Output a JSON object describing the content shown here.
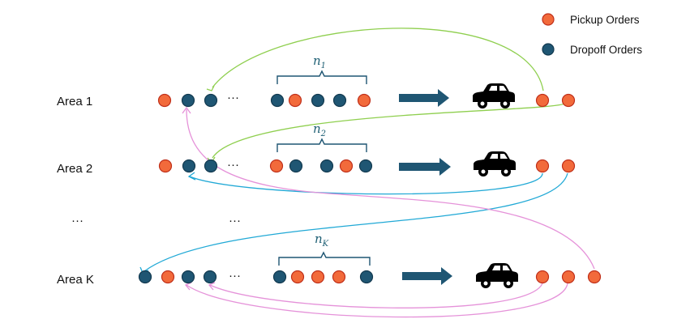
{
  "legend": {
    "pickup_label": "Pickup Orders",
    "dropoff_label": "Dropoff Orders"
  },
  "colors": {
    "pickup_fill": "#f26a3b",
    "pickup_stroke": "#c0301a",
    "dropoff_fill": "#1f5673",
    "dropoff_stroke": "#133a50",
    "arrow": "#1f5673",
    "car": "#000000",
    "curve_green": "#8fcf4f",
    "curve_cyan": "#21a9d6",
    "curve_pink": "#e592d9"
  },
  "icons": [
    "car-icon",
    "right-arrow-icon",
    "brace-icon"
  ],
  "rows": [
    {
      "label": "Area 1",
      "n_base": "n",
      "n_sub": "1",
      "ellipsis": "···",
      "left_orders": [
        "pickup",
        "dropoff",
        "dropoff"
      ],
      "mid_orders": [
        "dropoff",
        "pickup",
        "dropoff",
        "dropoff",
        "pickup"
      ],
      "right_orders": [
        "pickup",
        "pickup"
      ]
    },
    {
      "label": "Area 2",
      "n_base": "n",
      "n_sub": "2",
      "ellipsis": "···",
      "left_orders": [
        "pickup",
        "dropoff",
        "dropoff"
      ],
      "mid_orders": [
        "pickup",
        "dropoff",
        "dropoff",
        "pickup",
        "dropoff"
      ],
      "right_orders": [
        "pickup",
        "pickup"
      ]
    },
    {
      "label": "Area K",
      "n_base": "n",
      "n_sub": "K",
      "ellipsis": "···",
      "left_orders": [
        "dropoff",
        "pickup",
        "dropoff",
        "dropoff"
      ],
      "mid_orders": [
        "dropoff",
        "pickup",
        "pickup",
        "pickup",
        "dropoff"
      ],
      "right_orders": [
        "pickup",
        "pickup",
        "pickup"
      ]
    }
  ],
  "gap_row": {
    "label_ellipsis": "···",
    "mid_ellipsis": "···"
  }
}
